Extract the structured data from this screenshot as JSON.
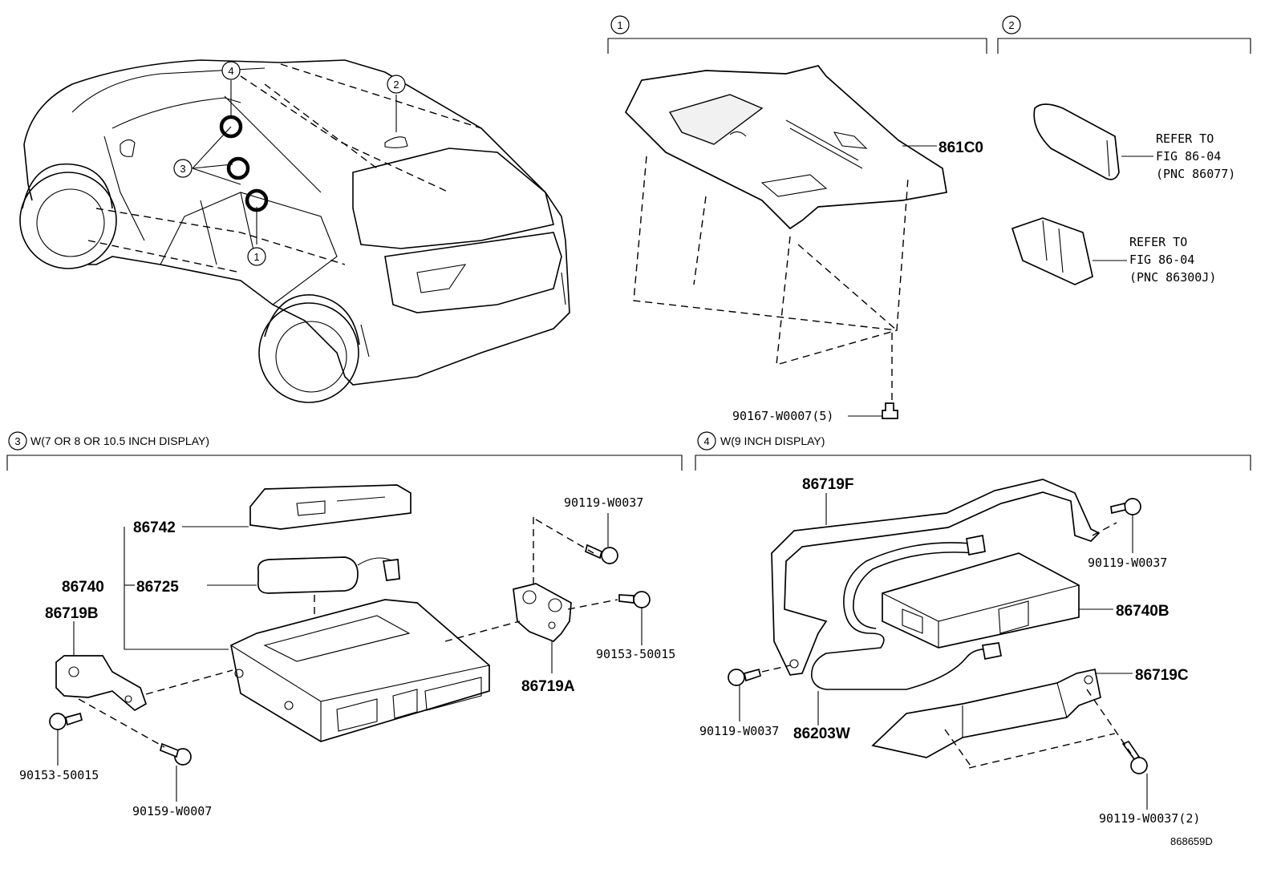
{
  "markers": {
    "m1": "1",
    "m2": "2",
    "m3": "3",
    "m4": "4"
  },
  "section1": {
    "marker": "1"
  },
  "section2": {
    "marker": "2"
  },
  "section3": {
    "marker": "3",
    "caption": "W(7 OR 8 OR 10.5 INCH DISPLAY)"
  },
  "section4": {
    "marker": "4",
    "caption": "W(9 INCH DISPLAY)"
  },
  "refs": {
    "ref1": {
      "line1": "REFER TO",
      "line2": "FIG 86-04",
      "line3": "(PNC 86077)"
    },
    "ref2": {
      "line1": "REFER TO",
      "line2": "FIG 86-04",
      "line3": "(PNC 86300J)"
    }
  },
  "labels": {
    "p861C0": "861C0",
    "p90167": "90167-W0007(5)",
    "p86742": "86742",
    "p86740": "86740",
    "p86725": "86725",
    "p86719B": "86719B",
    "p90153a": "90153-50015",
    "p90159": "90159-W0007",
    "p90119a": "90119-W0037",
    "p90153b": "90153-50015",
    "p86719A": "86719A",
    "p86719F": "86719F",
    "p90119b": "90119-W0037",
    "p86740B": "86740B",
    "p86719C": "86719C",
    "p90119c": "90119-W0037",
    "p86203W": "86203W",
    "p90119d": "90119-W0037(2)"
  },
  "figure_id": "868659D"
}
